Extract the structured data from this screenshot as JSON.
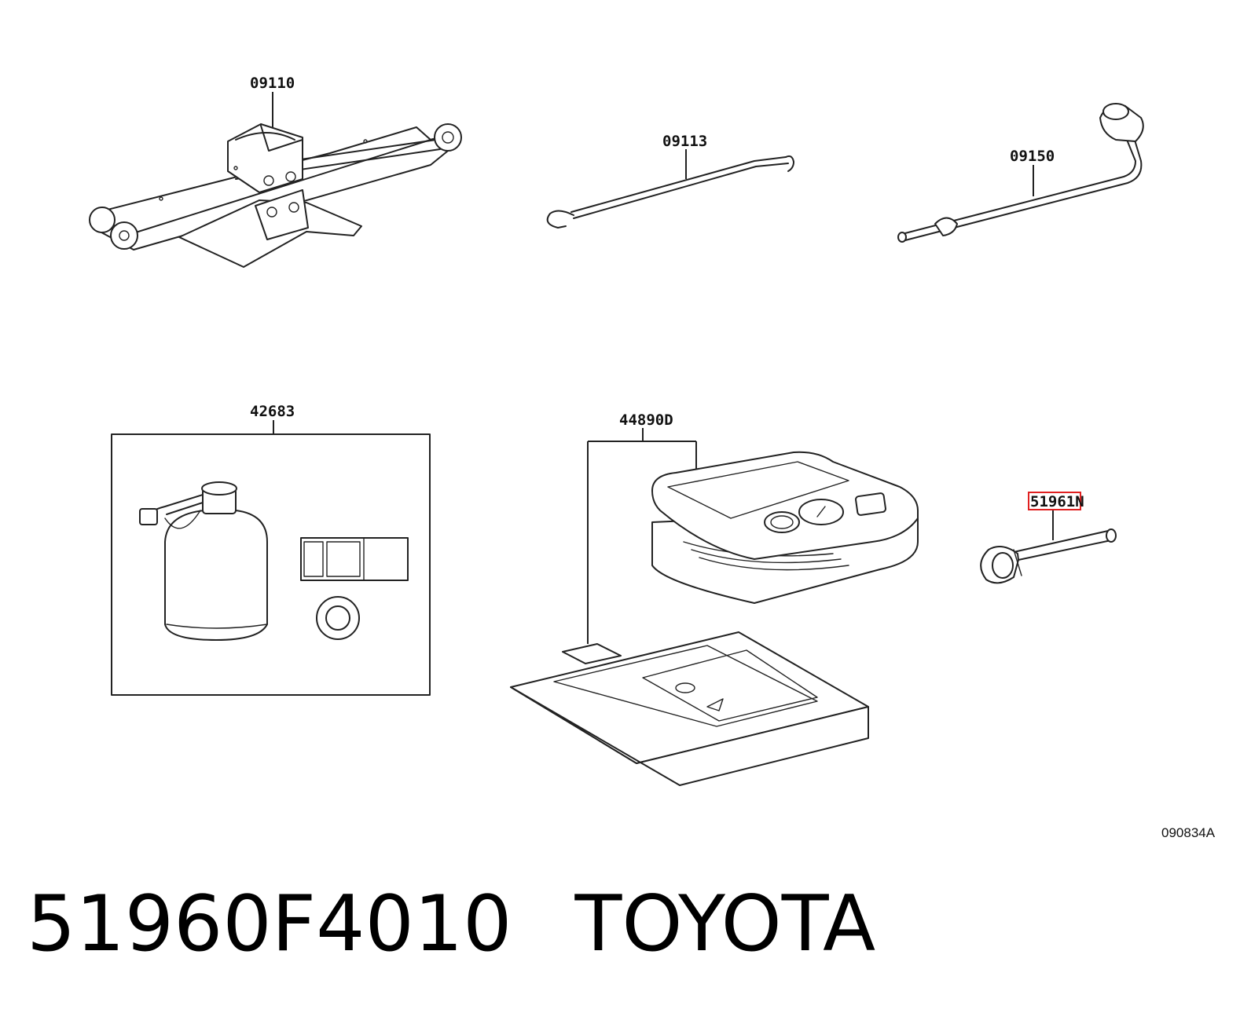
{
  "parts": [
    {
      "id": "jack",
      "label": "09110"
    },
    {
      "id": "jack-handle",
      "label": "09113"
    },
    {
      "id": "lug-wrench",
      "label": "09150"
    },
    {
      "id": "tire-repair-kit",
      "label": "42683"
    },
    {
      "id": "compressor-kit",
      "label": "44890D"
    },
    {
      "id": "spare-tire-carrier-bolt",
      "label": "51961N",
      "highlighted": true,
      "highlight_color": "#e02020"
    }
  ],
  "diagram_code": "090834A",
  "caption": {
    "part_number": "51960F4010",
    "brand": "TOYOTA"
  },
  "colors": {
    "line": "#222222",
    "background": "#ffffff",
    "highlight": "#e02020"
  }
}
